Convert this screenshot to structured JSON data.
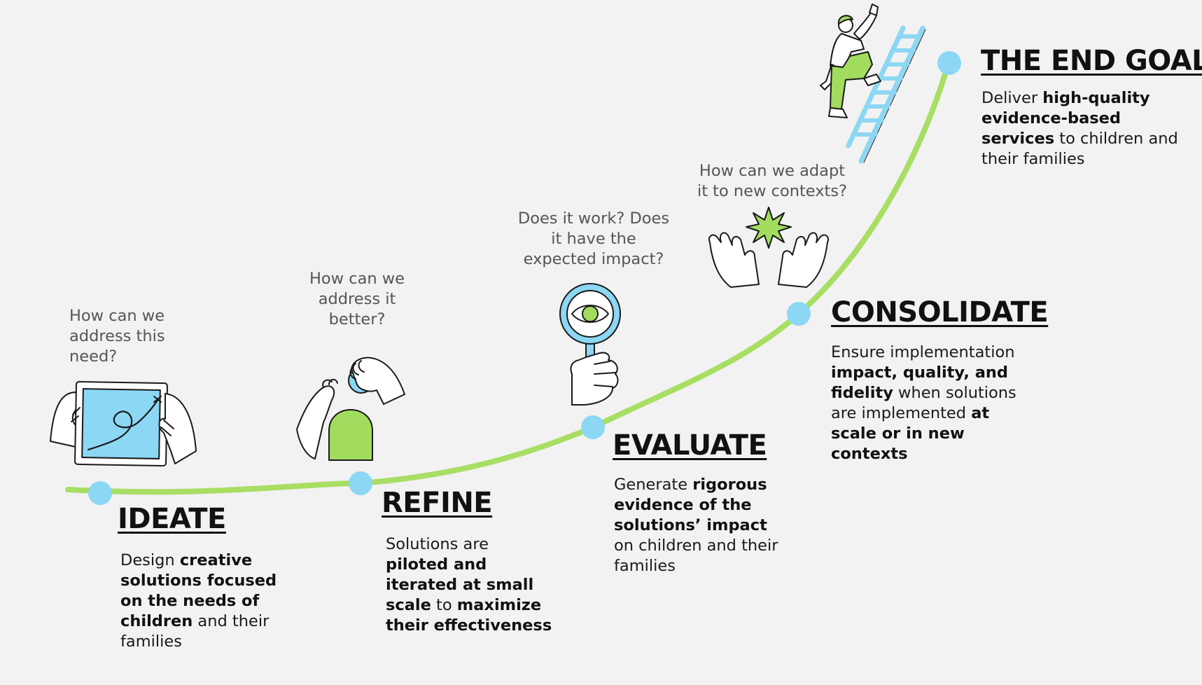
{
  "colors": {
    "curve": "#a8de63",
    "node": "#8bd7f4",
    "accent_green": "#a2dc5e",
    "accent_blue": "#8ad4f2",
    "background": "#f2f2f2"
  },
  "stages": [
    {
      "id": "ideate",
      "question": "How can we address this need?",
      "question_lines": [
        "How can we",
        "address this",
        "need?"
      ],
      "title": "IDEATE",
      "desc": [
        {
          "text": "Design ",
          "bold": false
        },
        {
          "text": "creative solutions focused on the needs of children",
          "bold": true
        },
        {
          "text": " and their families",
          "bold": false
        }
      ],
      "icon": "tablet-icon"
    },
    {
      "id": "refine",
      "question": "How can we address it better?",
      "question_lines": [
        "How can we",
        "address it",
        "better?"
      ],
      "title": "REFINE",
      "desc": [
        {
          "text": "Solutions are ",
          "bold": false
        },
        {
          "text": "piloted and iterated at small scale",
          "bold": true
        },
        {
          "text": " to ",
          "bold": false
        },
        {
          "text": "maximize their effectiveness",
          "bold": true
        }
      ],
      "icon": "hands-refine-icon"
    },
    {
      "id": "evaluate",
      "question": "Does it work? Does it have the expected impact?",
      "question_lines": [
        "Does it work? Does",
        "it have the",
        "expected impact?"
      ],
      "title": "EVALUATE",
      "desc": [
        {
          "text": "Generate ",
          "bold": false
        },
        {
          "text": "rigorous evidence of the solutions’ impact",
          "bold": true
        },
        {
          "text": " on children and their families",
          "bold": false
        }
      ],
      "icon": "magnifier-eye-icon"
    },
    {
      "id": "consolidate",
      "question": "How can we adapt it to new contexts?",
      "question_lines": [
        "How can we adapt",
        "it to new contexts?"
      ],
      "title": "CONSOLIDATE",
      "desc": [
        {
          "text": "Ensure implementation ",
          "bold": false
        },
        {
          "text": "impact, quality, and fidelity",
          "bold": true
        },
        {
          "text": " when solutions are implemented ",
          "bold": false
        },
        {
          "text": "at scale or in new contexts",
          "bold": true
        }
      ],
      "icon": "hands-star-icon"
    },
    {
      "id": "end-goal",
      "title": "THE END GOAL",
      "desc": [
        {
          "text": "Deliver ",
          "bold": false
        },
        {
          "text": "high-quality evidence-based services",
          "bold": true
        },
        {
          "text": " to children and their families",
          "bold": false
        }
      ],
      "icon": "ladder-climber-icon"
    }
  ]
}
